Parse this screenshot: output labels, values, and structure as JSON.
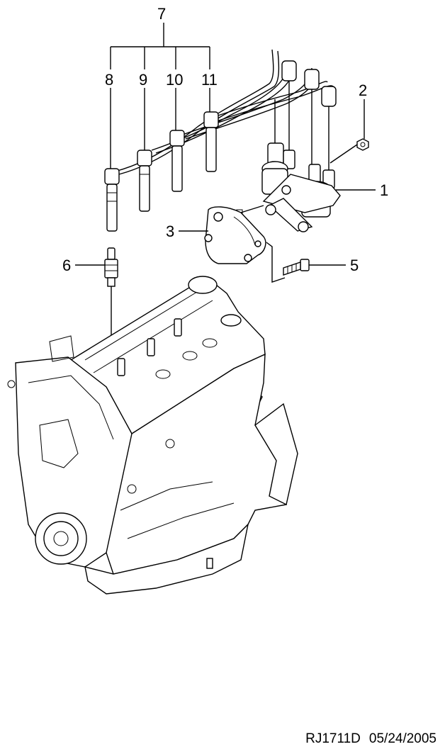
{
  "callouts": {
    "c1": "1",
    "c2": "2",
    "c3": "3",
    "c5": "5",
    "c6": "6",
    "c7": "7",
    "c8": "8",
    "c9": "9",
    "c10": "10",
    "c11": "11"
  },
  "footer": {
    "drawing_code": "RJ1711D",
    "date": "05/24/2005"
  }
}
